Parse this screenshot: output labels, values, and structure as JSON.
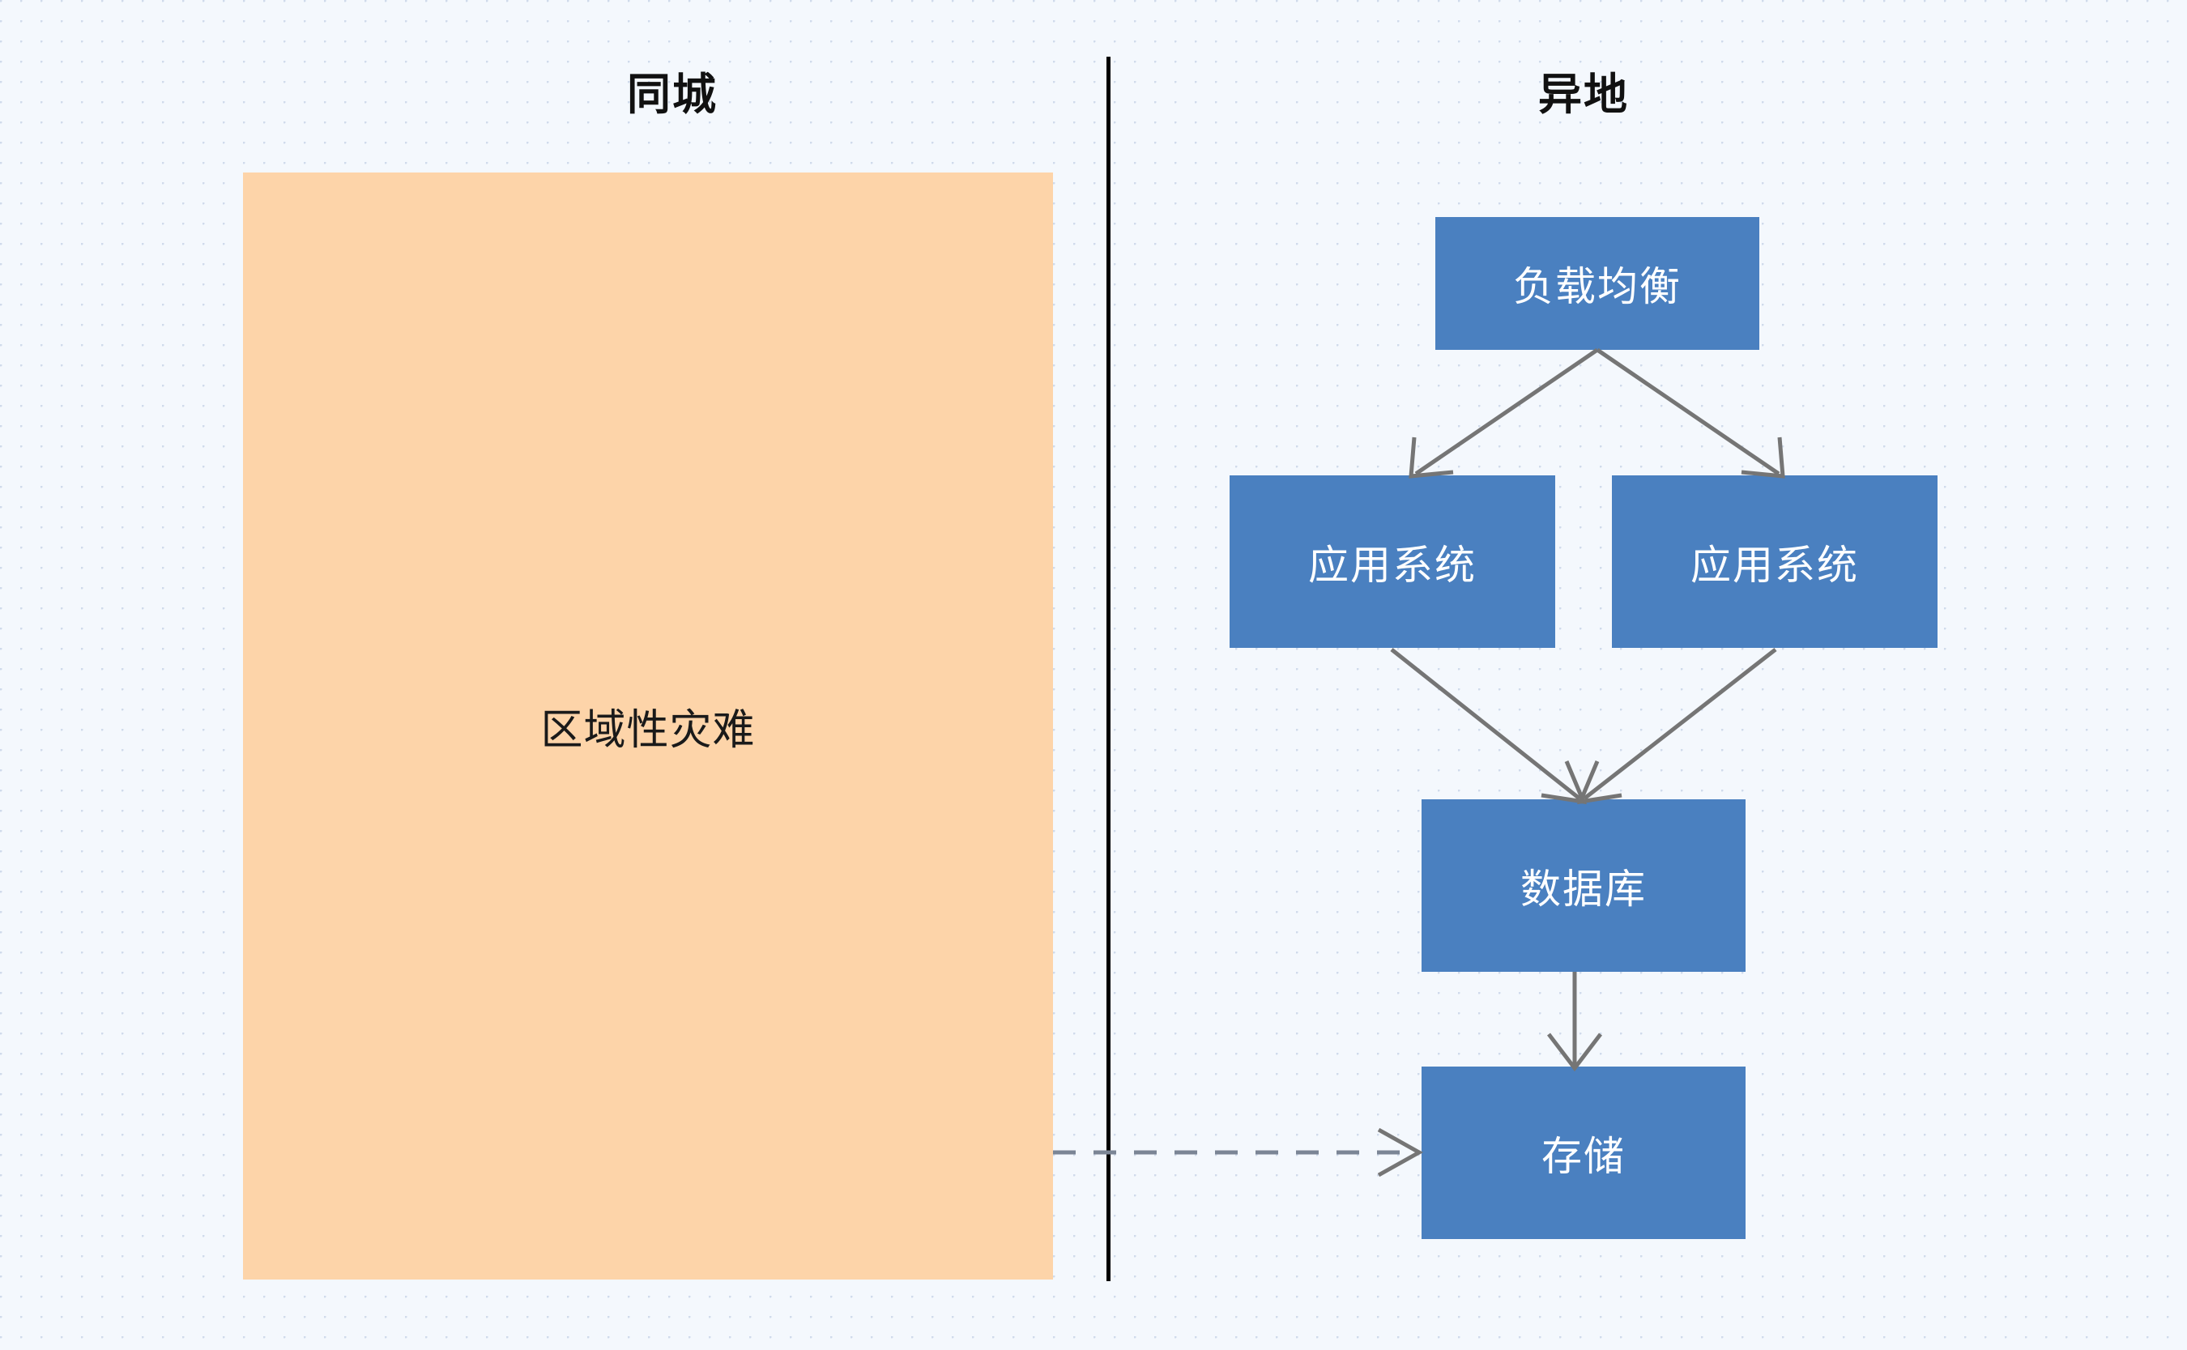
{
  "diagram": {
    "title_left": "同城",
    "title_right": "异地",
    "region": {
      "label": "区域性灾难",
      "color": "#fdd4a9"
    },
    "divider": {
      "name": "site-divider",
      "color": "#000000"
    },
    "node_color": "#4a80c0",
    "node_text_color": "#ffffff",
    "edge_color": "#757575",
    "background_color": "#f4f8fd",
    "nodes": [
      {
        "id": "lb",
        "label": "负载均衡"
      },
      {
        "id": "app1",
        "label": "应用系统"
      },
      {
        "id": "app2",
        "label": "应用系统"
      },
      {
        "id": "db",
        "label": "数据库"
      },
      {
        "id": "storage",
        "label": "存储"
      }
    ],
    "edges": [
      {
        "from": "lb",
        "to": "app1",
        "style": "solid",
        "arrow": "open"
      },
      {
        "from": "lb",
        "to": "app2",
        "style": "solid",
        "arrow": "open"
      },
      {
        "from": "app1",
        "to": "db",
        "style": "solid",
        "arrow": "open"
      },
      {
        "from": "app2",
        "to": "db",
        "style": "solid",
        "arrow": "open"
      },
      {
        "from": "db",
        "to": "storage",
        "style": "solid",
        "arrow": "open"
      },
      {
        "from": "region",
        "to": "storage",
        "style": "dashed",
        "arrow": "open"
      }
    ]
  }
}
